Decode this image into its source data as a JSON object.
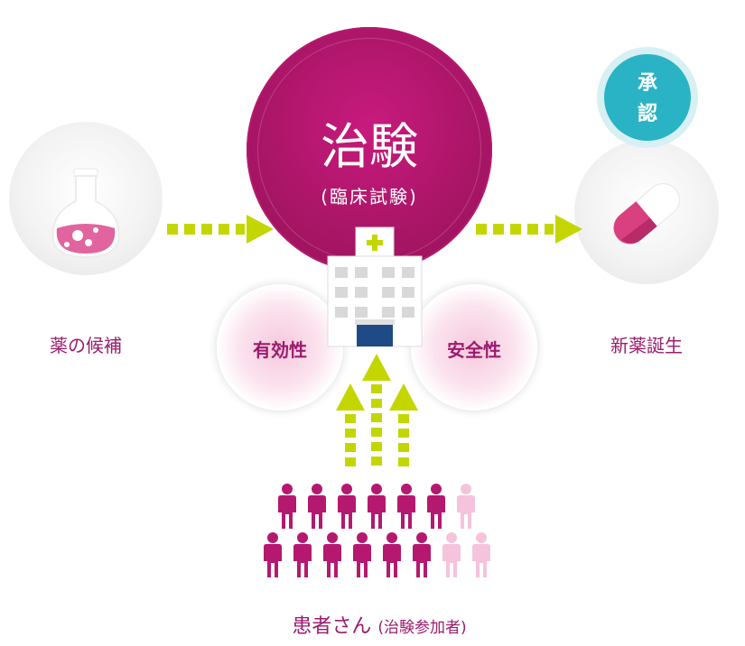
{
  "center": {
    "title": "治験",
    "subtitle": "(臨床試験)"
  },
  "left": {
    "label": "薬の候補",
    "icon": "flask-icon"
  },
  "right": {
    "label": "新薬誕生",
    "icon": "capsule-icon",
    "badge": [
      "承",
      "認"
    ]
  },
  "efficacy": {
    "label": "有効性"
  },
  "safety": {
    "label": "安全性"
  },
  "patients": {
    "label_main": "患者さん",
    "label_sub": "(治験参加者)",
    "row1": [
      1,
      1,
      1,
      1,
      1,
      1,
      0
    ],
    "row2": [
      1,
      1,
      1,
      1,
      1,
      1,
      0,
      0
    ]
  },
  "colors": {
    "primary": "#b5186f",
    "accent": "#c3d600",
    "teal": "#2ab3c4",
    "label": "#9b1b6d",
    "light_person": "#f5c4dc"
  }
}
